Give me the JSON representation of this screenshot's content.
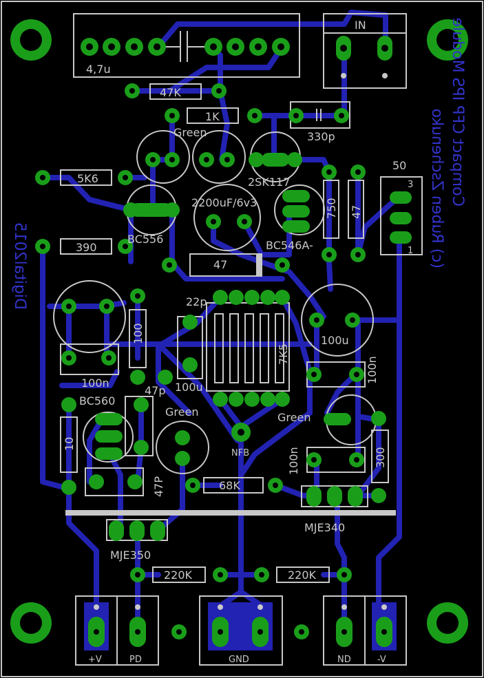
{
  "labels": {
    "cap_big": "4,7u",
    "in": "IN",
    "r47k": "47K",
    "r1k": "1K",
    "green_top": "Green",
    "c330p": "330p",
    "jfet": "2SK117",
    "r5k6": "5K6",
    "c2200": "2200uF/6v3",
    "bc556": "BC556",
    "r750": "750",
    "r47v": "47",
    "trim": "50",
    "trim_3": "3",
    "trim_1": "1",
    "r390": "390",
    "bc546": "BC546A-",
    "r47h": "47",
    "c22p": "22p",
    "r100v": "100",
    "c100u_r": "100u",
    "c100n_l": "100n",
    "r7k5": "7K5",
    "c100n_r": "100n",
    "bc560": "BC560",
    "c47p": "47p",
    "c100u_m": "100u",
    "green_l": "Green",
    "green_r": "Green",
    "nfb": "NFB",
    "r10": "10",
    "r300": "300",
    "c100n_r2": "100n",
    "c47P": "47P",
    "r68k": "68K",
    "mje340": "MJE340",
    "mje350": "MJE350",
    "r220k_l": "220K",
    "r220k_r": "220K",
    "pv": "+V",
    "pd": "PD",
    "gnd": "GND",
    "nd": "ND",
    "mv": "-V",
    "side_right": "Compact CFP IPS Module",
    "side_right2": "(c) Ruben Zschenuko",
    "side_left": "Digital2015"
  },
  "colors": {
    "trace": "#2222b3",
    "pad": "#1a9e1a",
    "silk": "#c8c8c8",
    "background": "#000000"
  }
}
